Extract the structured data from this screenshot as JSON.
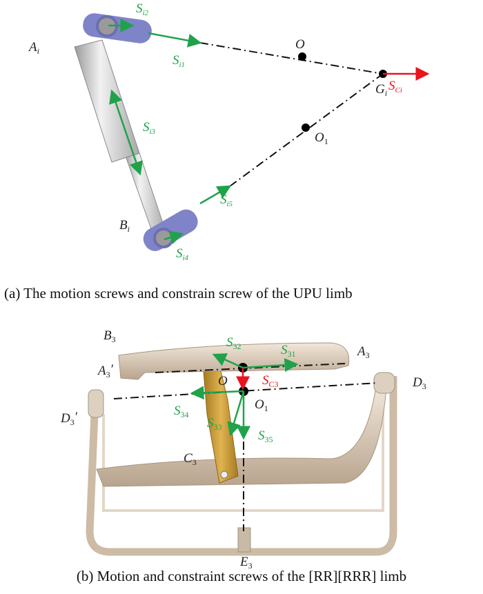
{
  "figure_a": {
    "caption": "(a) The motion screws and constrain screw of the UPU limb",
    "points": {
      "A": "A",
      "A_sub": "i",
      "B": "B",
      "B_sub": "i",
      "O": "O",
      "O1": "O",
      "O1_sub": "1",
      "G": "G",
      "G_sub": "i"
    },
    "screws": {
      "s1": "S",
      "s1_sub": "i1",
      "s2": "S",
      "s2_sub": "i2",
      "s3": "S",
      "s3_sub": "i3",
      "s4": "S",
      "s4_sub": "i4",
      "s5": "S",
      "s5_sub": "i5",
      "sc": "S",
      "sc_sub": "Ci"
    }
  },
  "figure_b": {
    "caption": "(b) Motion and constraint screws of the [RR][RRR] limb",
    "points": {
      "A3": "A",
      "A3_sub": "3",
      "A3p": "A",
      "A3p_sub": "3",
      "A3p_prime": "′",
      "B3": "B",
      "B3_sub": "3",
      "C3": "C",
      "C3_sub": "3",
      "D3": "D",
      "D3_sub": "3",
      "D3p": "D",
      "D3p_sub": "3",
      "D3p_prime": "′",
      "E3": "E",
      "E3_sub": "3",
      "O": "O",
      "O1": "O",
      "O1_sub": "1"
    },
    "screws": {
      "s31": "S",
      "s31_sub": "31",
      "s32": "S",
      "s32_sub": "32",
      "s33": "S",
      "s33_sub": "33",
      "s34": "S",
      "s34_sub": "34",
      "s35": "S",
      "s35_sub": "35",
      "sc3": "S",
      "sc3_sub": "C3"
    }
  },
  "colors": {
    "motion": "#1fa24a",
    "constraint": "#e8141e",
    "joint": "#7f84c8",
    "frame": "#d9cbb8",
    "link": "#c9a040"
  }
}
